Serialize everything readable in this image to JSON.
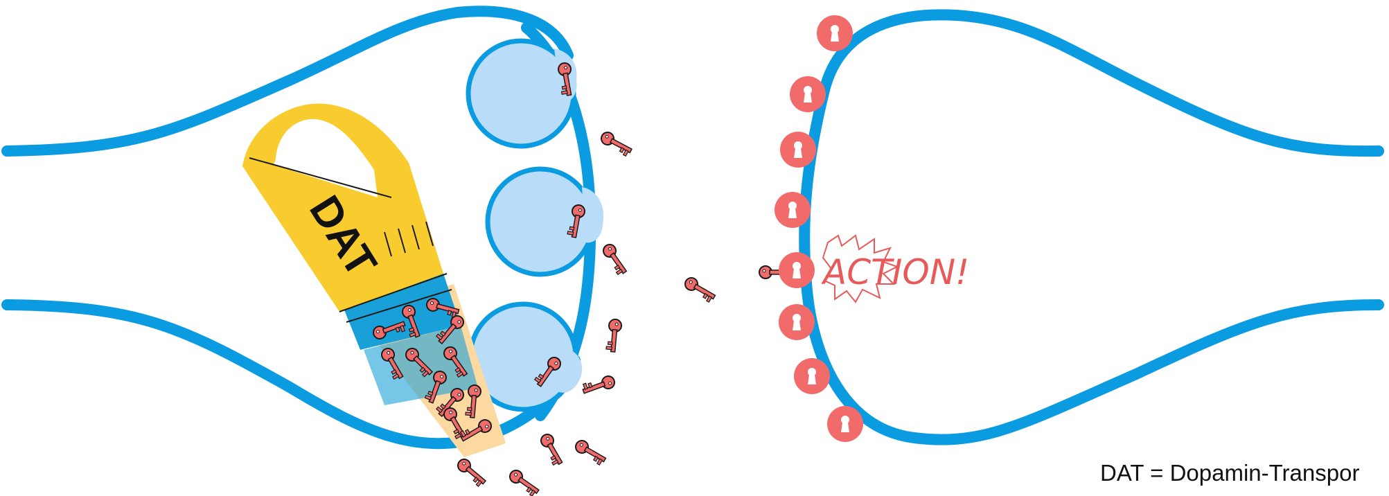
{
  "diagram": {
    "dat_label": "DAT",
    "action_label": "ACTION!",
    "caption": "DAT = Dopamin-Transpor",
    "colors": {
      "membrane": "#0b9be0",
      "vesicle_fill": "#b9dcf8",
      "key": "#f26b6b",
      "receptor": "#f26b6b",
      "dat_yellow": "#f8cb2e",
      "dat_blue": "#1aa0d8",
      "dat_beige": "#fcd9a0"
    },
    "icons": [
      "key-icon",
      "keyhole-receptor-icon",
      "vacuum-cleaner-icon",
      "vesicle-icon"
    ]
  }
}
